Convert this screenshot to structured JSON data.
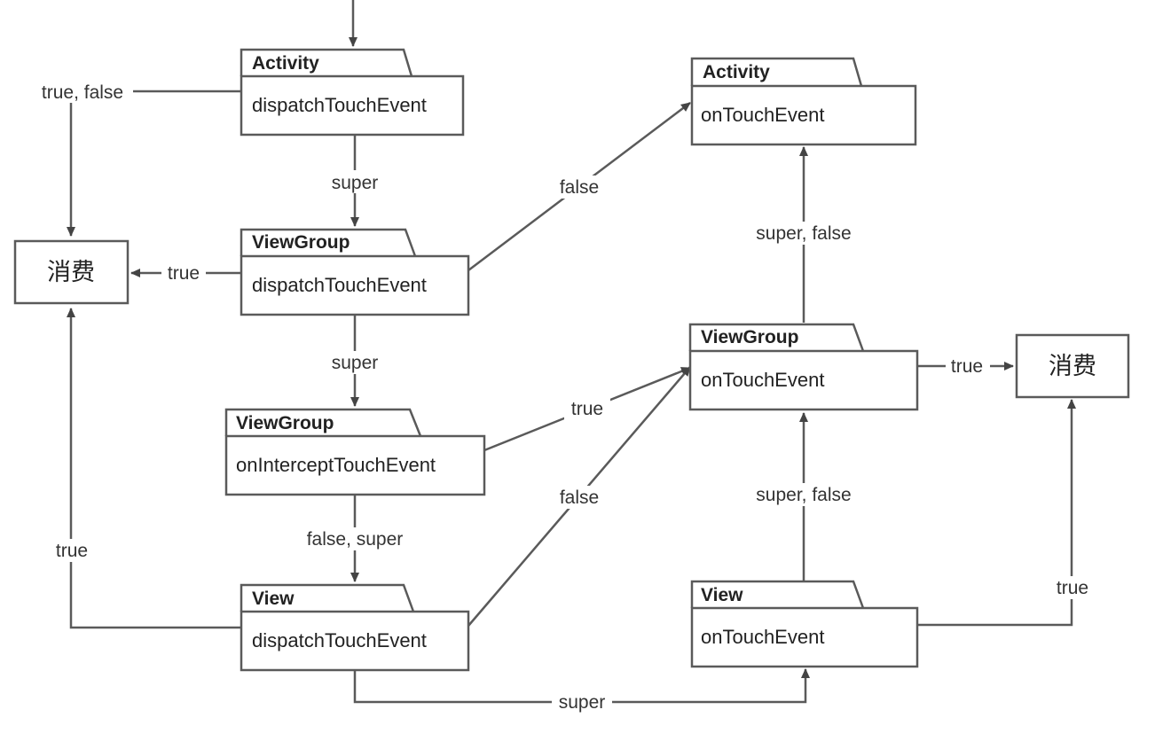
{
  "nodes": {
    "activity_dispatch": {
      "stereotype": "Activity",
      "method": "dispatchTouchEvent"
    },
    "viewgroup_dispatch": {
      "stereotype": "ViewGroup",
      "method": "dispatchTouchEvent"
    },
    "viewgroup_intercept": {
      "stereotype": "ViewGroup",
      "method": "onInterceptTouchEvent"
    },
    "view_dispatch": {
      "stereotype": "View",
      "method": "dispatchTouchEvent"
    },
    "activity_ontouch": {
      "stereotype": "Activity",
      "method": "onTouchEvent"
    },
    "viewgroup_ontouch": {
      "stereotype": "ViewGroup",
      "method": "onTouchEvent"
    },
    "view_ontouch": {
      "stereotype": "View",
      "method": "onTouchEvent"
    },
    "consume_left": {
      "label": "消费"
    },
    "consume_right": {
      "label": "消费"
    }
  },
  "edges": {
    "activity_to_consume": {
      "label": "true, false"
    },
    "activity_to_vg_dispatch": {
      "label": "super"
    },
    "vg_dispatch_to_consume": {
      "label": "true"
    },
    "vg_dispatch_to_activity_ontouch": {
      "label": "false"
    },
    "vg_dispatch_to_intercept": {
      "label": "super"
    },
    "intercept_to_vg_ontouch": {
      "label": "true"
    },
    "intercept_to_view_dispatch": {
      "label": "false, super"
    },
    "view_dispatch_to_consume": {
      "label": "true"
    },
    "view_dispatch_to_vg_ontouch": {
      "label": "false"
    },
    "view_dispatch_to_view_ontouch": {
      "label": "super"
    },
    "vg_ontouch_to_activity_ontouch": {
      "label": "super, false"
    },
    "vg_ontouch_to_consume": {
      "label": "true"
    },
    "view_ontouch_to_vg_ontouch": {
      "label": "super, false"
    },
    "view_ontouch_to_consume": {
      "label": "true"
    }
  }
}
